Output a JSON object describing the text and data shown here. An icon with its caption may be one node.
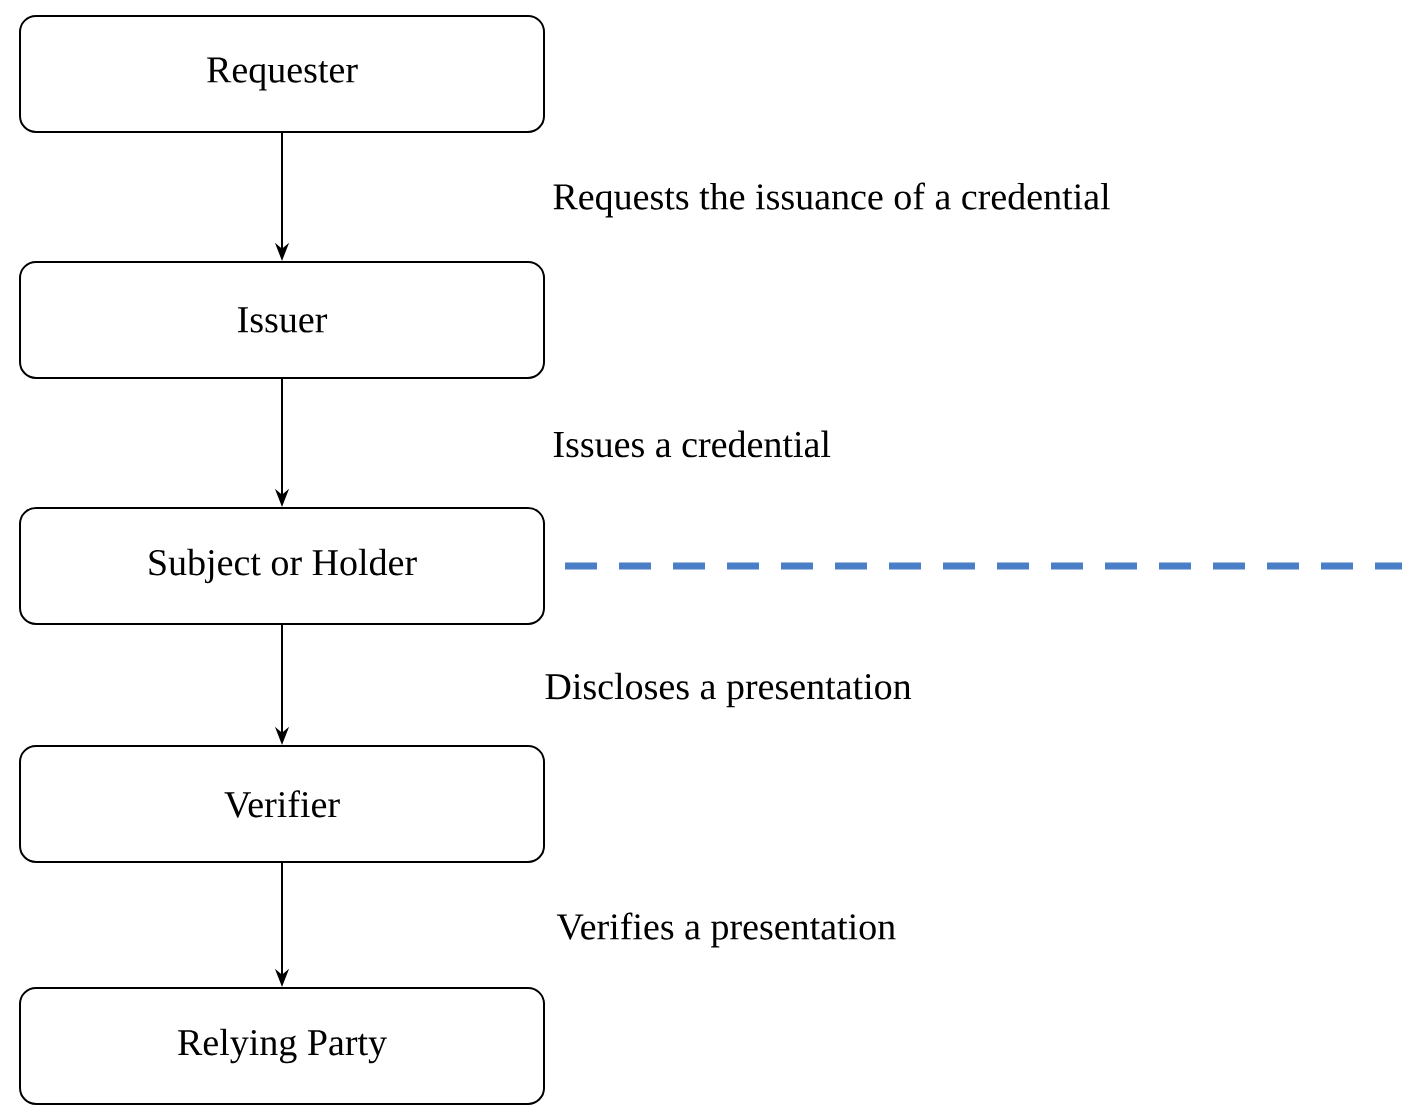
{
  "diagram": {
    "nodes": [
      {
        "text": [
          "Requester"
        ]
      },
      {
        "text": [
          "Issuer"
        ]
      },
      {
        "text": [
          "Subject or Holder"
        ]
      },
      {
        "text": [
          "Verifier"
        ]
      },
      {
        "text": [
          "Relying Party"
        ]
      }
    ],
    "edges": [
      {
        "from": 0,
        "to": 1,
        "arrow": "to"
      },
      {
        "from": 1,
        "to": 2,
        "arrow": "to"
      },
      {
        "from": 2,
        "to": 3,
        "arrow": "to"
      },
      {
        "from": 3,
        "to": 4,
        "arrow": "to"
      },
      {
        "from": 2,
        "to": null,
        "arrow": "none",
        "style": "dashed",
        "color": "#4a7fc8"
      }
    ],
    "labels": [
      "Requests the issuance of a credential",
      "Issues a credential",
      "Discloses a presentation",
      "Verifies a presentation"
    ]
  }
}
